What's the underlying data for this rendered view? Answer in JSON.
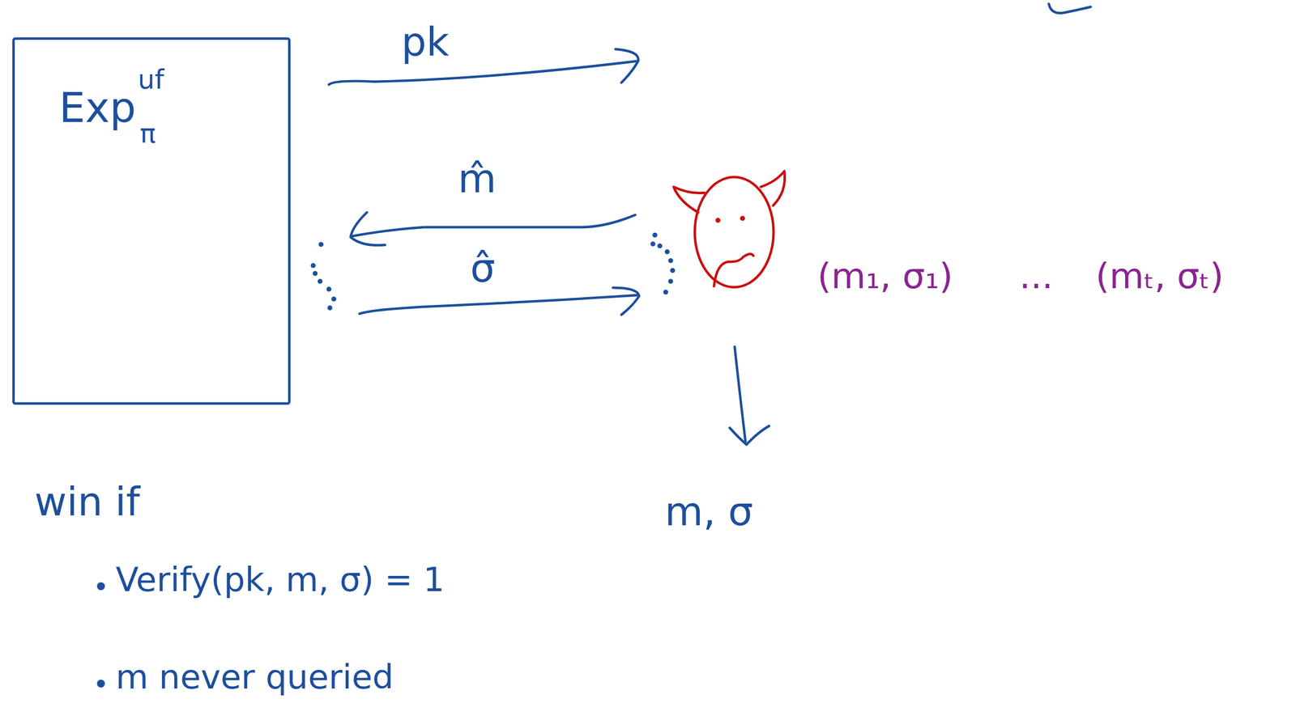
{
  "diagram": {
    "nodes": [
      {
        "text": [
          "Exp",
          "uf",
          "π"
        ]
      }
    ],
    "labels": [
      "pk",
      "m̂",
      "σ̂",
      "(m₁, σ₁)",
      "...",
      "(mₜ, σₜ)",
      "m, σ",
      "win if",
      "Verify(pk, m, σ) = 1",
      "m never queried"
    ]
  }
}
